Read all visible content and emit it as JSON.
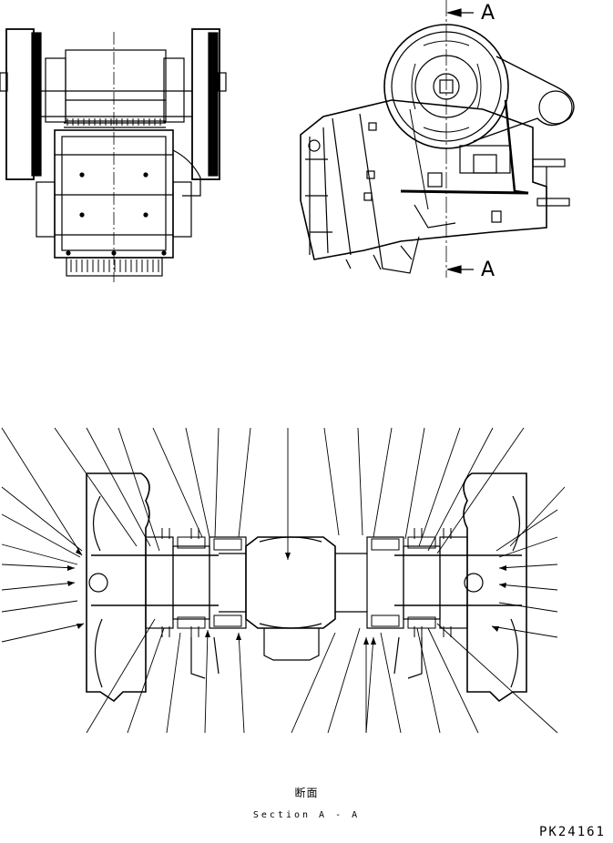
{
  "section_marker": {
    "top": "A",
    "bottom": "A"
  },
  "caption": {
    "japanese": "断面",
    "english": "Section A - A"
  },
  "part_code": "PK24161",
  "colors": {
    "line": "#000000",
    "background": "#ffffff"
  }
}
